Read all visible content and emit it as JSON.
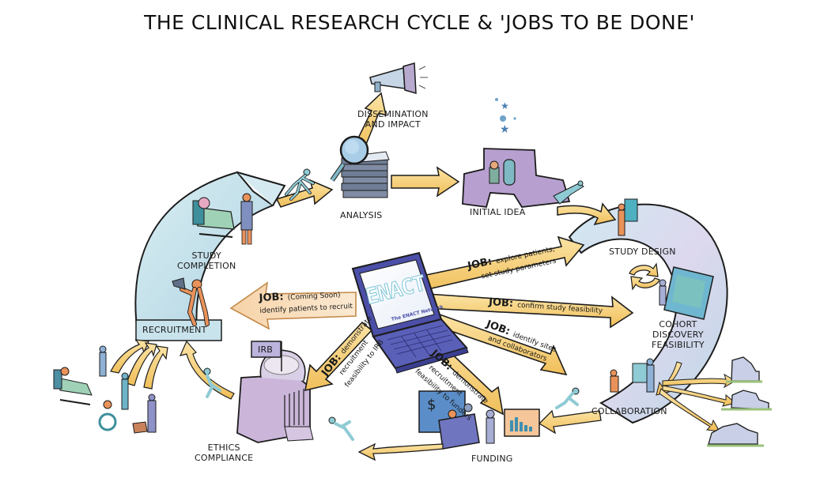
{
  "title": "THE CLINICAL RESEARCH CYCLE & 'JOBS TO BE DONE'",
  "center": {
    "device": "laptop-icon",
    "screen_logo": "ENACT",
    "screen_subtitle": "The ENACT Network"
  },
  "stages": {
    "dissemination": "DISSEMINATION\nAND IMPACT",
    "dissemination_l1": "DISSEMINATION",
    "dissemination_l2": "AND IMPACT",
    "analysis": "ANALYSIS",
    "initial_idea": "INITIAL IDEA",
    "study_design": "STUDY DESIGN",
    "cohort_l1": "COHORT",
    "cohort_l2": "DISCOVERY",
    "cohort_l3": "FEASIBILITY",
    "collaboration": "COLLABORATION",
    "funding": "FUNDING",
    "ethics_l1": "ETHICS",
    "ethics_l2": "COMPLIANCE",
    "recruitment": "RECRUITMENT",
    "completion_l1": "STUDY",
    "completion_l2": "COMPLETION"
  },
  "irb_flag": "IRB",
  "jobs": [
    {
      "keyword": "JOB:",
      "line1": "explore patients,",
      "line2": "set study parameters",
      "target": "STUDY DESIGN"
    },
    {
      "keyword": "JOB:",
      "line1": "confirm study feasibility",
      "line2": "",
      "target": "COHORT DISCOVERY FEASIBILITY"
    },
    {
      "keyword": "JOB:",
      "line1": "identify sites",
      "line2": "and collaborators",
      "target": "COLLABORATION"
    },
    {
      "keyword": "JOB:",
      "line1": "demonstrate",
      "line2": "recruitment",
      "line3": "feasibility to funders",
      "target": "FUNDING"
    },
    {
      "keyword": "JOB:",
      "line1": "demonstrate",
      "line2": "recruitment",
      "line3": "feasibility to IRB",
      "target": "ETHICS COMPLIANCE"
    },
    {
      "keyword": "JOB:",
      "line1": "(Coming Soon)",
      "line2": "identify patients to recruit",
      "target": "RECRUITMENT"
    }
  ],
  "colors": {
    "arrow_yellow": "#f5cf7a",
    "arrow_yellow_dark": "#e6b04a",
    "arrow_orange": "#f3c89a",
    "ring_blue": "#cfe6ee",
    "ring_lavender": "#d9d2ea",
    "laptop_blue": "#4b4fa8",
    "building_lavender": "#c9b6d9",
    "figure_orange": "#e9925a",
    "figure_blue": "#8fb1d6",
    "outline": "#1c1c1c"
  }
}
